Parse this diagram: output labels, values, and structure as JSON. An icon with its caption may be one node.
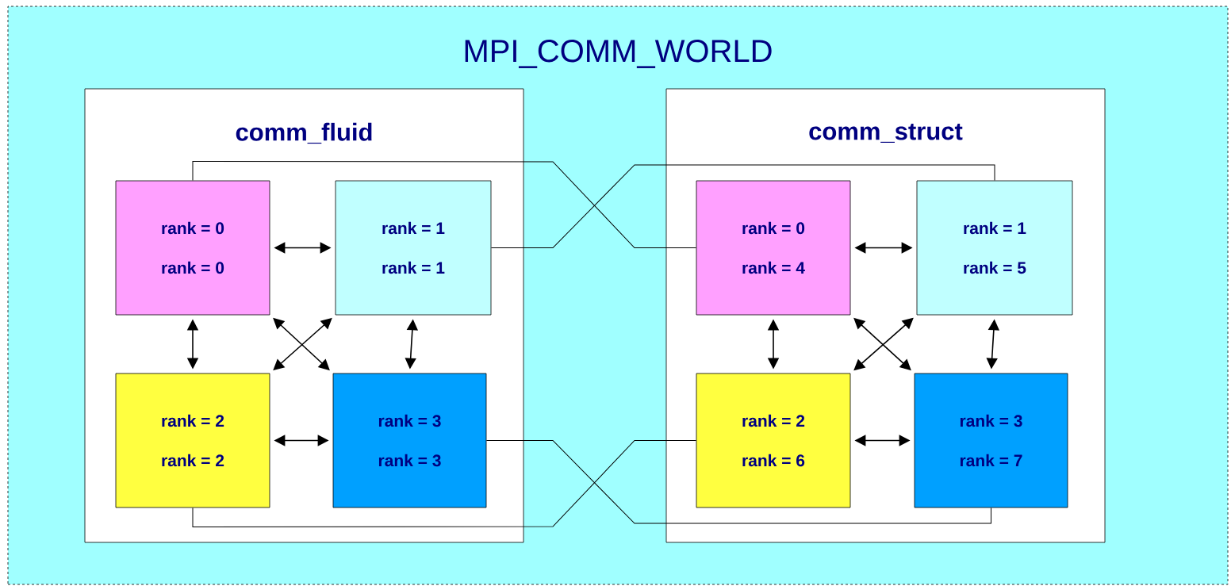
{
  "diagram": {
    "nodes": [
      {
        "text": [
          "MPI_COMM_WORLD"
        ]
      },
      {
        "text": [
          "comm_fluid"
        ],
        "in": 0
      },
      {
        "text": [
          "rank = 0",
          "rank = 0"
        ],
        "in": 1
      },
      {
        "text": [
          "rank = 1",
          "rank = 1"
        ],
        "in": 1
      },
      {
        "text": [
          "rank = 2",
          "rank = 2"
        ],
        "in": 1
      },
      {
        "text": [
          "rank = 3",
          "rank = 3"
        ],
        "in": 1
      },
      {
        "text": [
          "comm_struct"
        ],
        "in": 0
      },
      {
        "text": [
          "rank = 0",
          "rank = 4"
        ],
        "in": 6
      },
      {
        "text": [
          "rank = 1",
          "rank = 5"
        ],
        "in": 6
      },
      {
        "text": [
          "rank = 2",
          "rank = 6"
        ],
        "in": 6
      },
      {
        "text": [
          "rank = 3",
          "rank = 7"
        ],
        "in": 6
      }
    ],
    "edges": [
      {
        "from": 2,
        "to": 3,
        "arrow": "both"
      },
      {
        "from": 2,
        "to": 4,
        "arrow": "both"
      },
      {
        "from": 3,
        "to": 5,
        "arrow": "both"
      },
      {
        "from": 4,
        "to": 5,
        "arrow": "both"
      },
      {
        "from": 2,
        "to": 5,
        "arrow": "both"
      },
      {
        "from": 3,
        "to": 4,
        "arrow": "both"
      },
      {
        "from": 7,
        "to": 8,
        "arrow": "both"
      },
      {
        "from": 7,
        "to": 9,
        "arrow": "both"
      },
      {
        "from": 8,
        "to": 10,
        "arrow": "both"
      },
      {
        "from": 9,
        "to": 10,
        "arrow": "both"
      },
      {
        "from": 7,
        "to": 10,
        "arrow": "both"
      },
      {
        "from": 8,
        "to": 9,
        "arrow": "both"
      },
      {
        "from": 2,
        "to": 7,
        "arrow": "none"
      },
      {
        "from": 3,
        "to": 8,
        "arrow": "none"
      },
      {
        "from": 5,
        "to": 10,
        "arrow": "none"
      },
      {
        "from": 4,
        "to": 9,
        "arrow": "none"
      }
    ]
  }
}
